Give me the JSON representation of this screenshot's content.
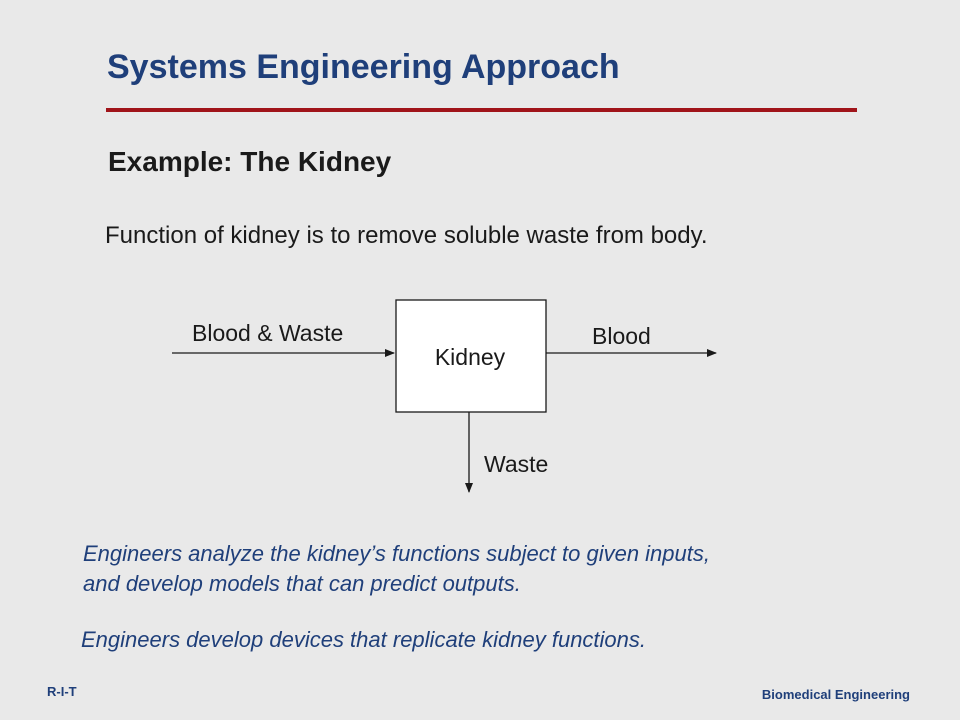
{
  "slide": {
    "title": "Systems Engineering Approach",
    "subtitle": "Example:  The Kidney",
    "function_text": "Function of kidney is to remove soluble waste from body."
  },
  "diagram": {
    "block_label": "Kidney",
    "input_label": "Blood & Waste",
    "output_label": "Blood",
    "waste_label": "Waste"
  },
  "notes": {
    "analyze_line1": "Engineers analyze the kidney’s functions subject to given inputs,",
    "analyze_line2": "and develop models that can predict outputs.",
    "devices": "Engineers develop devices that replicate kidney functions."
  },
  "footer": {
    "left": "R-I-T",
    "right": "Biomedical Engineering"
  },
  "colors": {
    "background": "#e9e9e9",
    "title": "#1f3f7a",
    "rule": "#a0141a",
    "body_text": "#1a1a1a"
  }
}
